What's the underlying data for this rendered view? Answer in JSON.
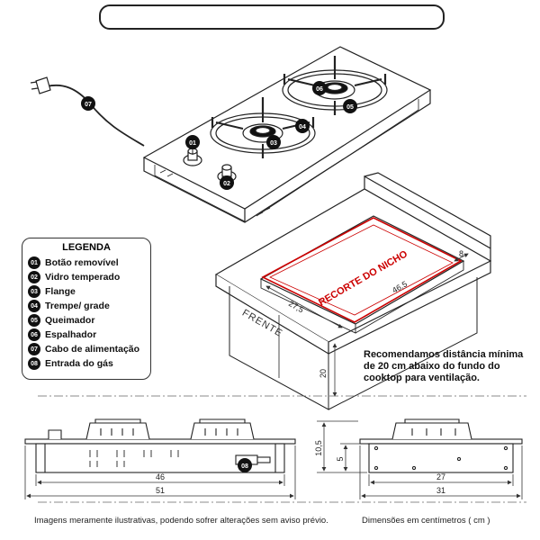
{
  "title": "MEDIDAS E INSTALAÇÃO COOKTOP SAFE 2 BOCAS Á GÁS",
  "legend": {
    "heading": "LEGENDA",
    "items": [
      {
        "num": "01",
        "label": "Botão removível"
      },
      {
        "num": "02",
        "label": "Vidro temperado"
      },
      {
        "num": "03",
        "label": "Flange"
      },
      {
        "num": "04",
        "label": "Trempe/ grade"
      },
      {
        "num": "05",
        "label": "Queimador"
      },
      {
        "num": "06",
        "label": "Espalhador"
      },
      {
        "num": "07",
        "label": "Cabo de alimentação"
      },
      {
        "num": "08",
        "label": "Entrada do gás"
      }
    ]
  },
  "callouts": {
    "c01": "01",
    "c02": "02",
    "c03": "03",
    "c04": "04",
    "c05": "05",
    "c06": "06",
    "c07": "07",
    "c08": "08"
  },
  "niche": {
    "cutout_label": "RECORTE DO NICHO",
    "front_label": "FRENTE",
    "width": "46,5",
    "depth": "27,5",
    "side_gap": "8",
    "height": "20"
  },
  "recommendation": "Recomendamos distância mínima de 20 cm abaixo do fundo do cooktop para ventilação.",
  "front_view": {
    "inner_width": "46",
    "outer_width": "51"
  },
  "side_view": {
    "total_height": "10,5",
    "body_height": "5",
    "inner_depth": "27",
    "outer_depth": "31"
  },
  "footer": {
    "disclaimer": "Imagens meramente ilustrativas, podendo sofrer alterações sem aviso prévio.",
    "units": "Dimensões em centímetros ( cm )"
  }
}
